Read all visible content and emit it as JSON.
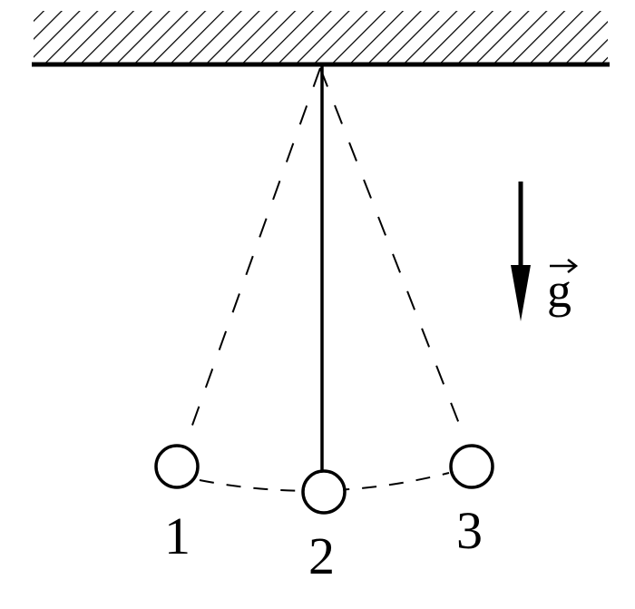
{
  "diagram": {
    "positions": [
      {
        "label": "1"
      },
      {
        "label": "2"
      },
      {
        "label": "3"
      }
    ],
    "gravity": {
      "symbol": "g",
      "arrow_direction": "down"
    },
    "ceiling": {
      "hatched": true
    },
    "colors": {
      "ink": "#000000",
      "background": "#ffffff"
    }
  }
}
